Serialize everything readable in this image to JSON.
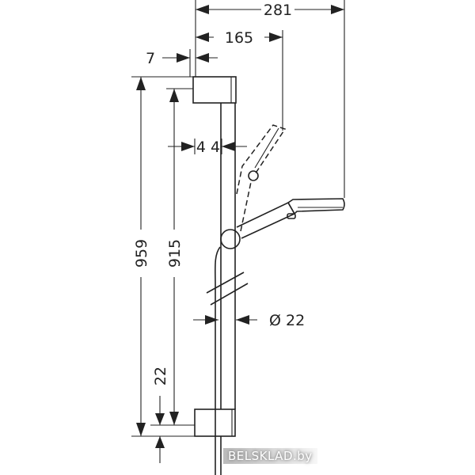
{
  "dimensions": {
    "total_width": "281",
    "handshower_width": "165",
    "bracket_offset": "7",
    "rail_spacing": "4 4",
    "total_height": "959",
    "rail_height": "915",
    "diameter": "Ø 22",
    "bottom_offset": "22"
  },
  "watermark": "BELSKLAD.by"
}
